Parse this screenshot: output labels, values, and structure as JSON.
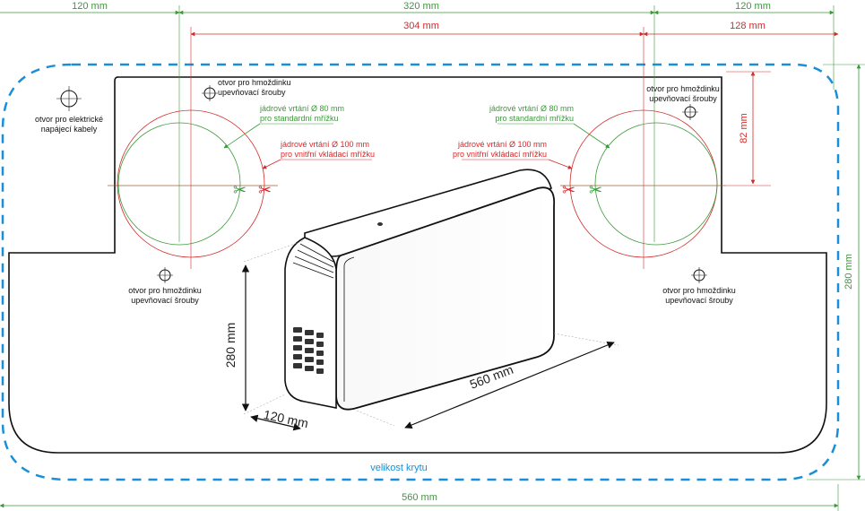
{
  "dimensions": {
    "left_120": "120 mm",
    "center_320": "320 mm",
    "right_120": "120 mm",
    "span_304": "304 mm",
    "right_128": "128 mm",
    "vertical_82": "82 mm",
    "height_280_right": "280 mm",
    "width_560_bottom": "560 mm"
  },
  "labels": {
    "cable_hole_1": "otvor pro elektrické",
    "cable_hole_2": "napájecí kabely",
    "anchor_1": "otvor pro hmoždinku",
    "anchor_2": "upevňovací šrouby",
    "core_80_1": "jádrové vrtání Ø 80 mm",
    "core_80_2": "pro standardní mřížku",
    "core_100_1": "jádrové vrtání Ø 100 mm",
    "core_100_2": "pro vnitřní vkládací mřížku",
    "cover_size": "velikost krytu"
  },
  "device": {
    "height": "280 mm",
    "depth": "120 mm",
    "length": "560 mm"
  },
  "colors": {
    "green": "#3a9a3a",
    "red": "#d42a2a",
    "blue_dashed": "#1a8fd8",
    "outline": "#111111"
  }
}
